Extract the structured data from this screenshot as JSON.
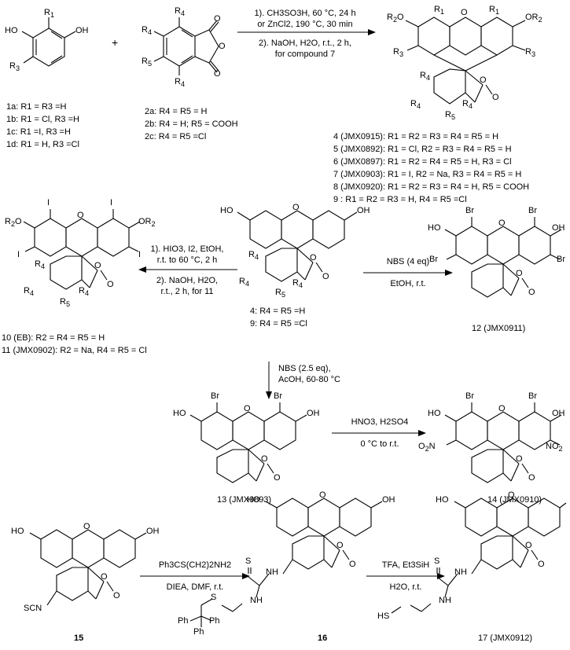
{
  "reaction1": {
    "cond": [
      "1). CH3SO3H, 60 °C, 24 h",
      "or ZnCl2, 190 °C, 30 min",
      "2). NaOH, H2O, r.t., 2 h,",
      "for compound 7"
    ],
    "plus": "+",
    "list1": [
      "1a: R1 = R3 =H",
      "1b: R1 = Cl, R3 =H",
      "1c: R1 =I, R3 =H",
      "1d: R1 = H, R3 =Cl"
    ],
    "list2": [
      "2a: R4 = R5 = H",
      "2b: R4 = H; R5 = COOH",
      "2c: R4 = R5 =Cl"
    ],
    "products": [
      "4 (JMX0915): R1 = R2 = R3 = R4 = R5 = H",
      "5 (JMX0892): R1 = Cl, R2 = R3 = R4 = R5 = H",
      "6 (JMX0897): R1 = R2 = R4 = R5 = H, R3 = Cl",
      "7 (JMX0903): R1 = I, R2 = Na, R3 = R4 = R5 = H",
      "8 (JMX0920): R1 = R2 = R3 = R4 = H, R5 = COOH",
      "9 : R1 = R2 = R3 = H, R4 = R5 =Cl"
    ]
  },
  "reaction2": {
    "cond_left": [
      "1). HIO3, I2, EtOH,",
      "r.t. to 60 °C, 2 h",
      "2). NaOH, H2O,",
      "r.t., 2 h, for 11"
    ],
    "cond_right": [
      "NBS (4 eq)",
      "EtOH, r.t."
    ],
    "center_labels": [
      "4: R4 = R5 =H",
      "9: R4 = R5 =Cl"
    ],
    "left_labels": [
      "10 (EB): R2 = R4 = R5 = H",
      "11 (JMX0902): R2 = Na, R4 = R5 = Cl"
    ],
    "right_label": "12 (JMX0911)"
  },
  "reaction3": {
    "cond_down": [
      "NBS (2.5 eq),",
      "AcOH, 60-80 °C"
    ],
    "cond_right": [
      "HNO3, H2SO4",
      "0 °C to r.t."
    ],
    "label13": "13 (JMX0893)",
    "label14": "14 (JMX0910)"
  },
  "reaction4": {
    "cond1": [
      "Ph3CS(CH2)2NH2",
      "DIEA, DMF, r.t."
    ],
    "cond2": [
      "TFA, Et3SiH",
      "H2O, r.t."
    ],
    "label15": "15",
    "label16": "16",
    "label17": "17 (JMX0912)"
  }
}
